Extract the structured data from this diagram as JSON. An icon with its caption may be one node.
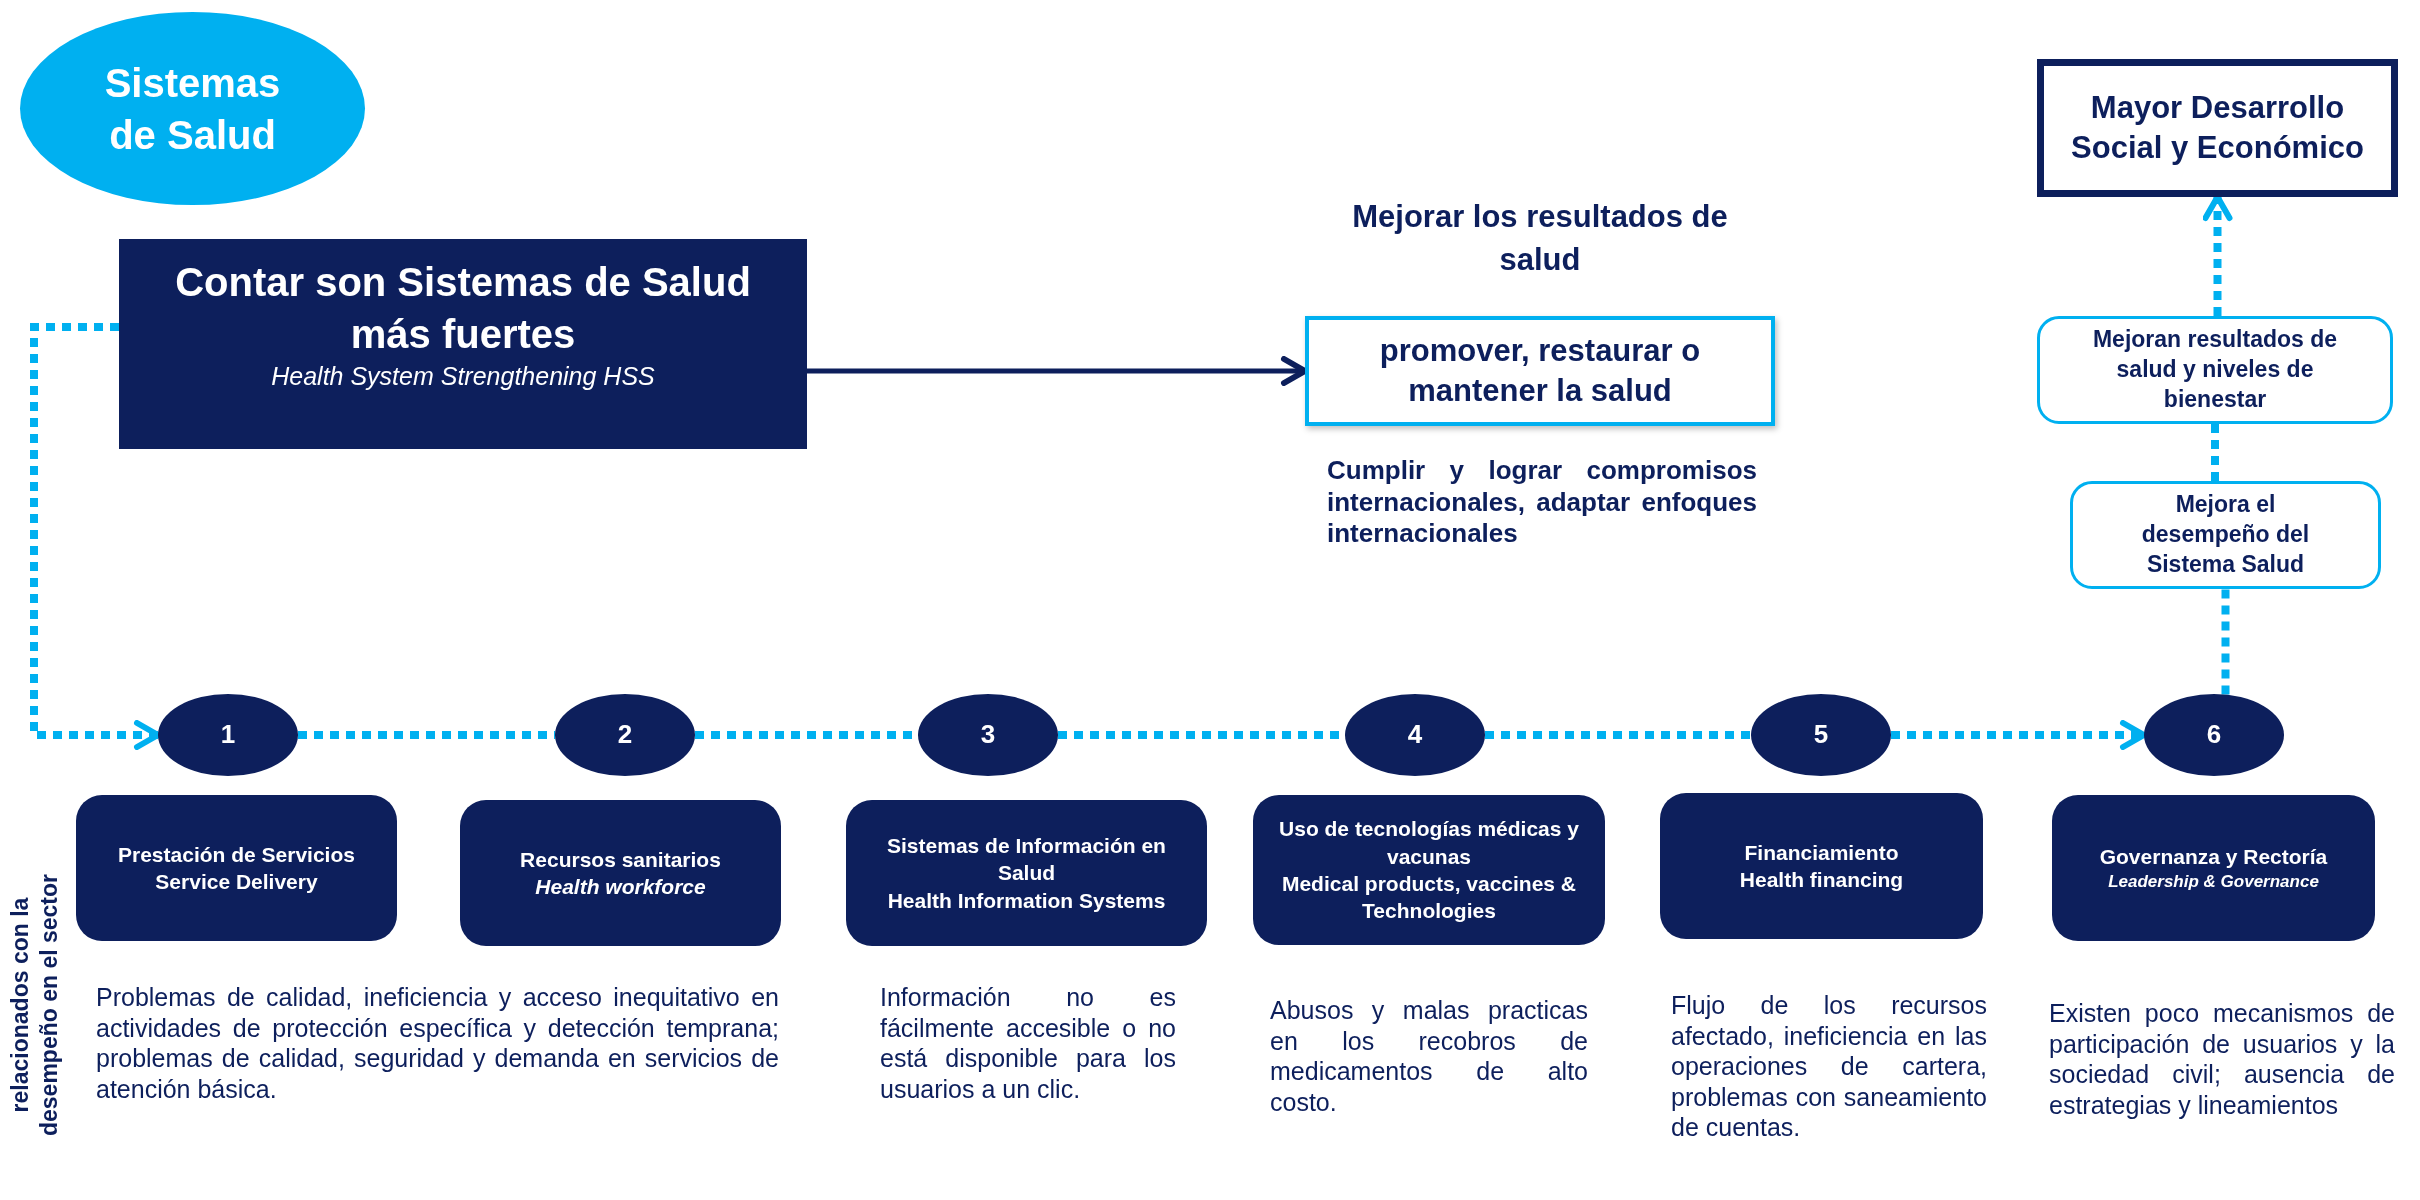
{
  "diagram": {
    "nodes": [
      {
        "text": [
          "Sistemas de Salud"
        ]
      },
      {
        "text": [
          "Contar son Sistemas de Salud más fuertes",
          "Health System Strengthening HSS"
        ]
      },
      {
        "text": [
          "Mejorar los resultados de salud",
          "promover, restaurar o mantener la salud"
        ],
        "beside": [
          "Cumplir y lograr compromisos internacionales, adaptar enfoques internacionales"
        ]
      },
      {
        "text": [
          "Mayor Desarrollo Social y Económico"
        ]
      },
      {
        "text": [
          "Mejoran resultados de salud y niveles de bienestar"
        ]
      },
      {
        "text": [
          "Mejora el desempeño del Sistema Salud"
        ]
      },
      {
        "text": [
          "1"
        ]
      },
      {
        "text": [
          "2"
        ]
      },
      {
        "text": [
          "3"
        ]
      },
      {
        "text": [
          "4"
        ]
      },
      {
        "text": [
          "5"
        ]
      },
      {
        "text": [
          "6"
        ]
      },
      {
        "text": [
          "Prestación de Servicios",
          "Service Delivery"
        ],
        "beside": [
          "Problemas de calidad, ineficiencia y acceso inequitativo en actividades de protección específica y detección temprana; problemas de calidad, seguridad y demanda en servicios de atención básica."
        ]
      },
      {
        "text": [
          "Recursos sanitarios",
          "Health workforce"
        ]
      },
      {
        "text": [
          "Sistemas de Información en Salud",
          "Health Information Systems"
        ],
        "beside": [
          "Información no es fácilmente accesible o no está disponible para los usuarios a un clic."
        ]
      },
      {
        "text": [
          "Uso de tecnologías médicas y vacunas",
          "Medical products, vaccines & Technologies"
        ],
        "beside": [
          "Abusos y malas practicas en los recobros de medicamentos de alto costo."
        ]
      },
      {
        "text": [
          "Financiamiento",
          "Health financing"
        ],
        "beside": [
          "Flujo de los recursos afectado, ineficiencia en las operaciones de cartera, problemas con saneamiento de cuentas."
        ]
      },
      {
        "text": [
          "Governanza y Rectoría",
          "Leadership & Governance"
        ],
        "beside": [
          "Existen poco mecanismos de participación de usuarios y la sociedad civil; ausencia de estrategias y lineamientos"
        ]
      }
    ],
    "edges": [
      {
        "from": 1,
        "to": 6,
        "arrow": "to",
        "style": "dashed"
      },
      {
        "from": 6,
        "to": 7,
        "arrow": "none",
        "style": "dashed"
      },
      {
        "from": 7,
        "to": 8,
        "arrow": "none",
        "style": "dashed"
      },
      {
        "from": 8,
        "to": 9,
        "arrow": "none",
        "style": "dashed"
      },
      {
        "from": 9,
        "to": 10,
        "arrow": "none",
        "style": "dashed"
      },
      {
        "from": 10,
        "to": 11,
        "arrow": "to",
        "style": "dashed"
      },
      {
        "from": 11,
        "to": 5,
        "arrow": "none",
        "style": "dashed"
      },
      {
        "from": 5,
        "to": 4,
        "arrow": "none",
        "style": "dashed"
      },
      {
        "from": 4,
        "to": 3,
        "arrow": "to",
        "style": "dashed"
      },
      {
        "from": 1,
        "to": 2,
        "arrow": "to",
        "color": "#0d1f5c"
      }
    ],
    "labels": [
      "relacionados con la desempeño en el sector"
    ]
  }
}
